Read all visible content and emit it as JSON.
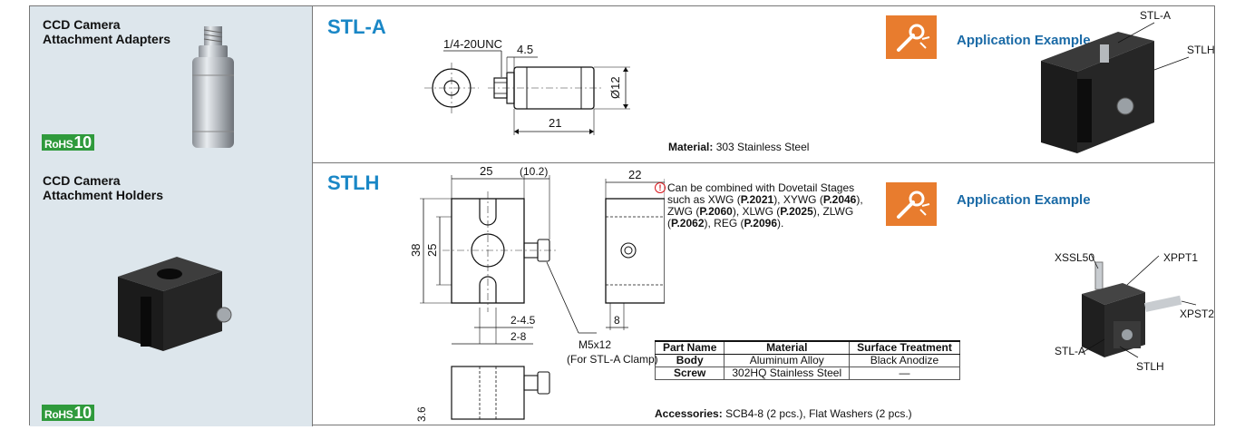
{
  "products": [
    {
      "category": "CCD Camera Attachment Adapters",
      "rohs": {
        "label": "RoHS",
        "num": "10"
      },
      "model": "STL-A",
      "dims": {
        "thread": "1/4-20UNC",
        "d1": "4.5",
        "dia": "Ø12",
        "len": "21"
      },
      "material_label": "Material:",
      "material_value": "303 Stainless Steel",
      "app_label": "Application Example",
      "callouts": [
        "STL-A",
        "STLH"
      ]
    },
    {
      "category": "CCD Camera Attachment Holders",
      "rohs": {
        "label": "RoHS",
        "num": "10"
      },
      "model": "STLH",
      "dims": {
        "w25": "25",
        "w10": "(10.2)",
        "w22": "22",
        "h38": "38",
        "h25": "25",
        "d245": "2-4.5",
        "d28": "2-8",
        "d8": "8",
        "screw": "M5x12",
        "screw_note": "(For STL-A Clamp)",
        "d36": "3.6"
      },
      "note": {
        "t1": "Can be combined with Dovetail Stages such as XWG (",
        "p1": "P.2021",
        "t2": "), XYWG (",
        "p2": "P.2046",
        "t3": "), ZWG (",
        "p3": "P.2060",
        "t4": "), XLWG (",
        "p4": "P.2025",
        "t5": "), ZLWG (",
        "p5": "P.2062",
        "t6": "), REG (",
        "p6": "P.2096",
        "t7": ")."
      },
      "table": {
        "headers": [
          "Part Name",
          "Material",
          "Surface Treatment"
        ],
        "rows": [
          [
            "Body",
            "Aluminum Alloy",
            "Black Anodize"
          ],
          [
            "Screw",
            "302HQ Stainless Steel",
            "—"
          ]
        ]
      },
      "accessories_label": "Accessories:",
      "accessories_value": "SCB4-8 (2 pcs.), Flat Washers (2 pcs.)",
      "app_label": "Application Example",
      "callouts": [
        "XSSL50",
        "XPPT1",
        "XPST2",
        "STL-A",
        "STLH"
      ]
    }
  ],
  "colors": {
    "accent": "#1a87c6",
    "rohs_green": "#2f9a3c",
    "panel": "#dde6ec",
    "app_orange": "#e87c2e"
  }
}
